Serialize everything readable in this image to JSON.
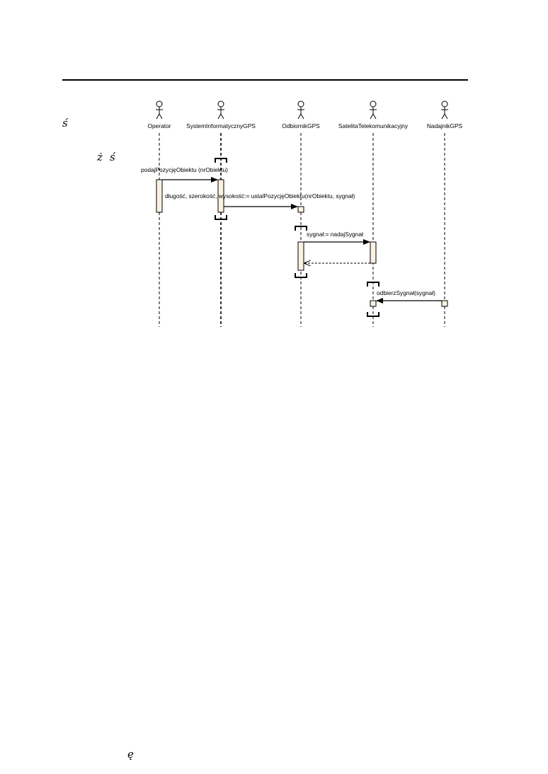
{
  "page": {
    "left_glyph_1": "ś",
    "left_glyph_2": "ż",
    "left_glyph_3": "ś",
    "footer_glyph": "ę"
  },
  "actors": [
    {
      "name": "Operator"
    },
    {
      "name": "SystemInformatycznyGPS"
    },
    {
      "name": "OdbiornikGPS"
    },
    {
      "name": "SatelitaTelekomunikacyjny"
    },
    {
      "name": "NadajnikGPS"
    }
  ],
  "messages": {
    "m1": "podajPozycjęObiektu (nrObiektu)",
    "m2": "długość, szerokość, wysokość:= ustalPozycjęObiektu(nrObiektu, sygnał)",
    "m3": "sygnał:= nadajSygnał",
    "m4": "odbierzSygnał(sygnał)"
  },
  "colors": {
    "activation_fill": "#fcf1e2",
    "line": "#000000"
  }
}
